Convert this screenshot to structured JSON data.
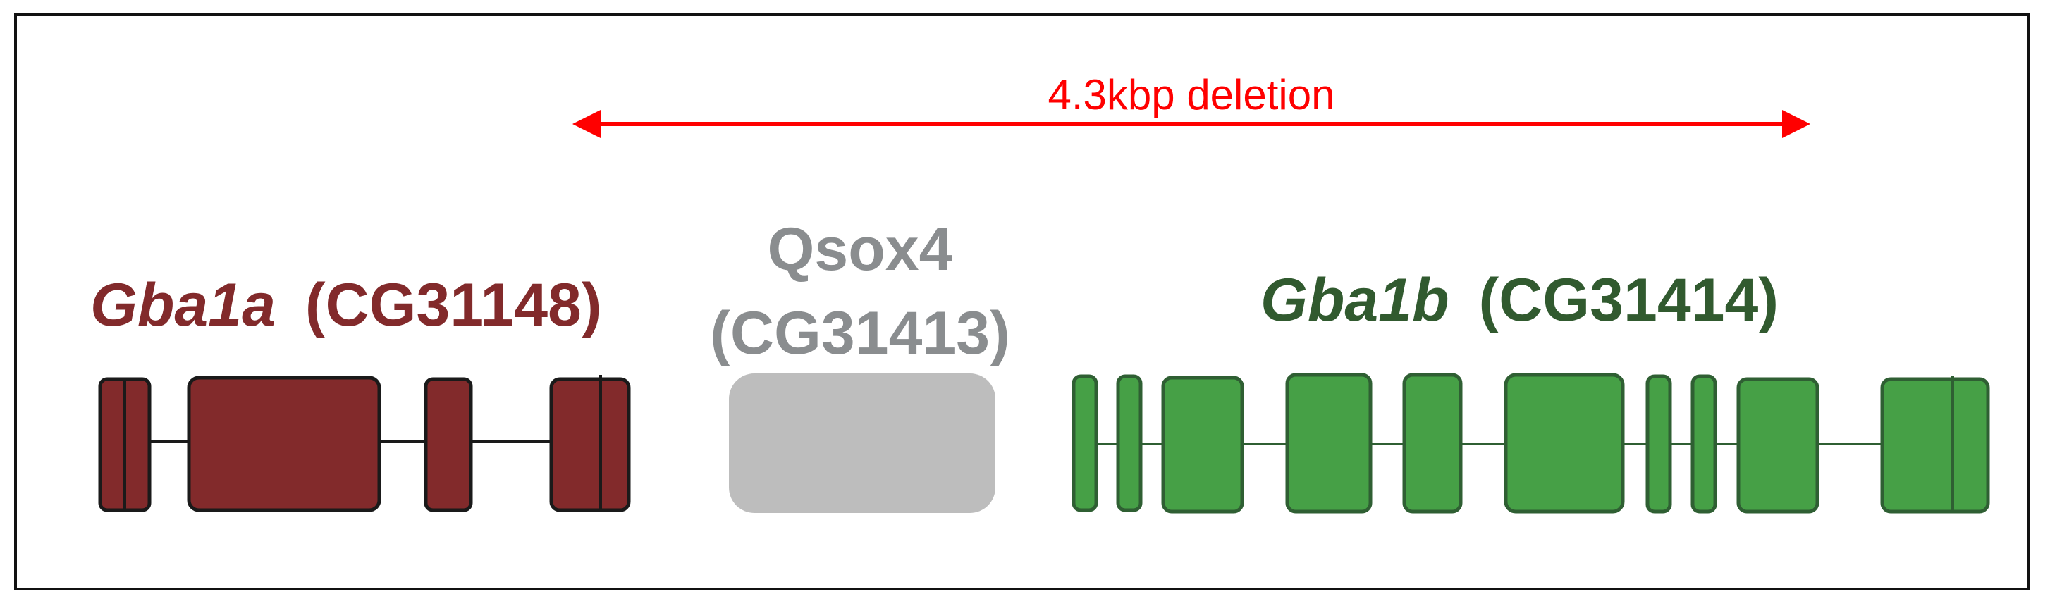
{
  "deletion": {
    "label": "4.3kbp deletion",
    "color": "#ff0000"
  },
  "genes": [
    {
      "id": "gba1a",
      "name": "Gba1a",
      "cg": "(CG31148)",
      "fill": "#822a2b",
      "stroke": "#1a1a1a",
      "text_color": "#822a2b"
    },
    {
      "id": "qsox4",
      "name": "Qsox4",
      "cg": "(CG31413)",
      "fill": "#bdbdbd",
      "stroke": "#bdbdbd",
      "text_color": "#8a8d8f"
    },
    {
      "id": "gba1b",
      "name": "Gba1b",
      "cg": "(CG31414)",
      "fill": "#46a046",
      "stroke": "#2f5f33",
      "text_color": "#315a2f"
    }
  ]
}
